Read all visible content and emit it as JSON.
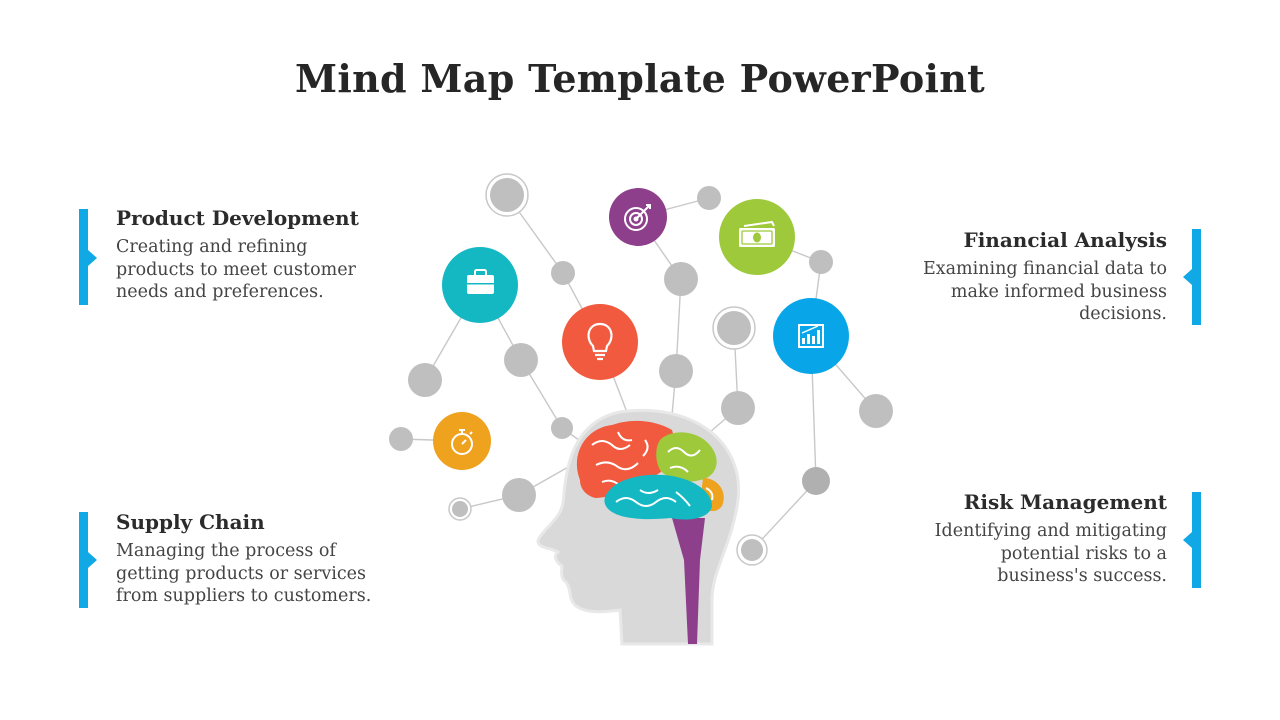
{
  "title": "Mind Map Template PowerPoint",
  "colors": {
    "accent_bar": "#10a9e6",
    "node_gray": "#bfbfbf",
    "line_gray": "#c8c8c8",
    "head_gray": "#d9d9d9",
    "teal": "#13b8c3",
    "orange_red": "#f15a3f",
    "purple": "#8e3f8c",
    "lime": "#9dc93b",
    "blue": "#08a6e8",
    "amber": "#eea21d"
  },
  "sections": {
    "product_development": {
      "title": "Product Development",
      "body": "Creating and refining products to meet customer needs and preferences."
    },
    "supply_chain": {
      "title": "Supply Chain",
      "body": "Managing the process of getting products or services from suppliers to customers."
    },
    "financial_analysis": {
      "title": "Financial Analysis",
      "body": "Examining financial data to make informed business decisions."
    },
    "risk_management": {
      "title": "Risk Management",
      "body": "Identifying and mitigating potential risks to a business's success."
    }
  },
  "icons": {
    "briefcase": "briefcase-icon",
    "lightbulb": "lightbulb-icon",
    "target": "target-icon",
    "money": "money-icon",
    "chart": "bar-chart-icon",
    "stopwatch": "stopwatch-icon",
    "brain": "brain-illustration"
  }
}
